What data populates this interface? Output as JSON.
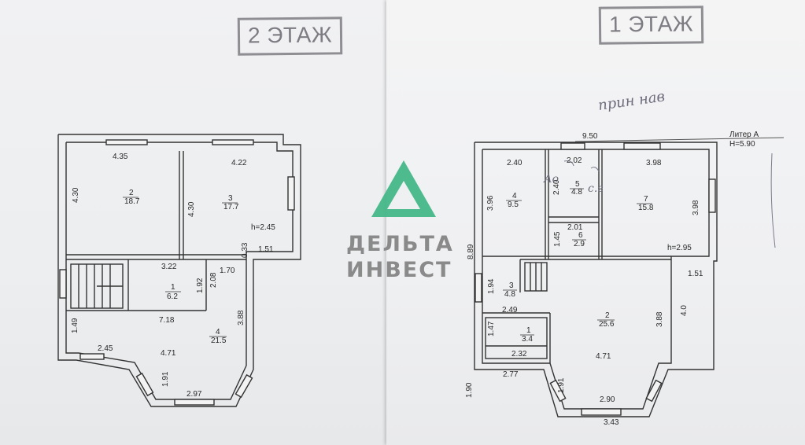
{
  "floor2": {
    "stamp": "2 ЭТАЖ",
    "height_note": "h=2.45",
    "rooms": [
      {
        "num": "2",
        "area": "18.7"
      },
      {
        "num": "3",
        "area": "17.7"
      },
      {
        "num": "1",
        "area": "6.2"
      },
      {
        "num": "4",
        "area": "21.5"
      }
    ],
    "dims": [
      "4.35",
      "4.22",
      "4.30",
      "4.30",
      "0.33",
      "1.51",
      "3.22",
      "2.08",
      "1.70",
      "1.92",
      "7.18",
      "3.88",
      "1.49",
      "2.45",
      "4.71",
      "1.91",
      "2.97"
    ]
  },
  "floor1": {
    "stamp": "1 ЭТАЖ",
    "liter": "Литер А",
    "liter_height": "H=5.90",
    "height_note": "h=2.95",
    "rooms": [
      {
        "num": "4",
        "area": "9.5"
      },
      {
        "num": "5",
        "area": "4.8"
      },
      {
        "num": "6",
        "area": "2.9"
      },
      {
        "num": "7",
        "area": "15.8"
      },
      {
        "num": "3",
        "area": "4.8"
      },
      {
        "num": "1",
        "area": "3.4"
      },
      {
        "num": "2",
        "area": "25.6"
      }
    ],
    "dims": [
      "9.50",
      "2.40",
      "2.02",
      "3.98",
      "3.96",
      "2.40",
      "3.98",
      "2.01",
      "1.45",
      "8.89",
      "1.51",
      "1.94",
      "2.49",
      "3.88",
      "4.0",
      "1.47",
      "2.32",
      "4.71",
      "2.77",
      "1.91",
      "2.90",
      "1.90",
      "3.43"
    ],
    "handwriting": [
      "прин нав",
      "Ао",
      "с.г"
    ]
  },
  "watermark": {
    "line1": "ДЕЛЬТА",
    "line2": "ИНВЕСТ",
    "color": "#3fb685"
  }
}
